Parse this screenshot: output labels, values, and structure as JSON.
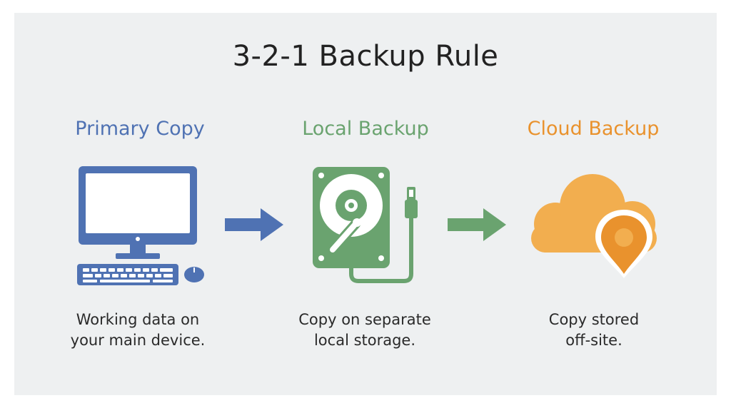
{
  "title": "3-2-1 Backup Rule",
  "colors": {
    "primary": "#4f72b3",
    "local": "#6aa36f",
    "cloud": "#e9922d",
    "cloud_fill": "#f2ae4f",
    "background": "#eef0f1"
  },
  "steps": [
    {
      "title": "Primary Copy",
      "description": "Working data on\nyour main device.",
      "icon": "desktop-computer-icon"
    },
    {
      "title": "Local Backup",
      "description": "Copy on separate\nlocal storage.",
      "icon": "external-hard-drive-icon"
    },
    {
      "title": "Cloud Backup",
      "description": "Copy stored\noff-site.",
      "icon": "cloud-location-icon"
    }
  ]
}
